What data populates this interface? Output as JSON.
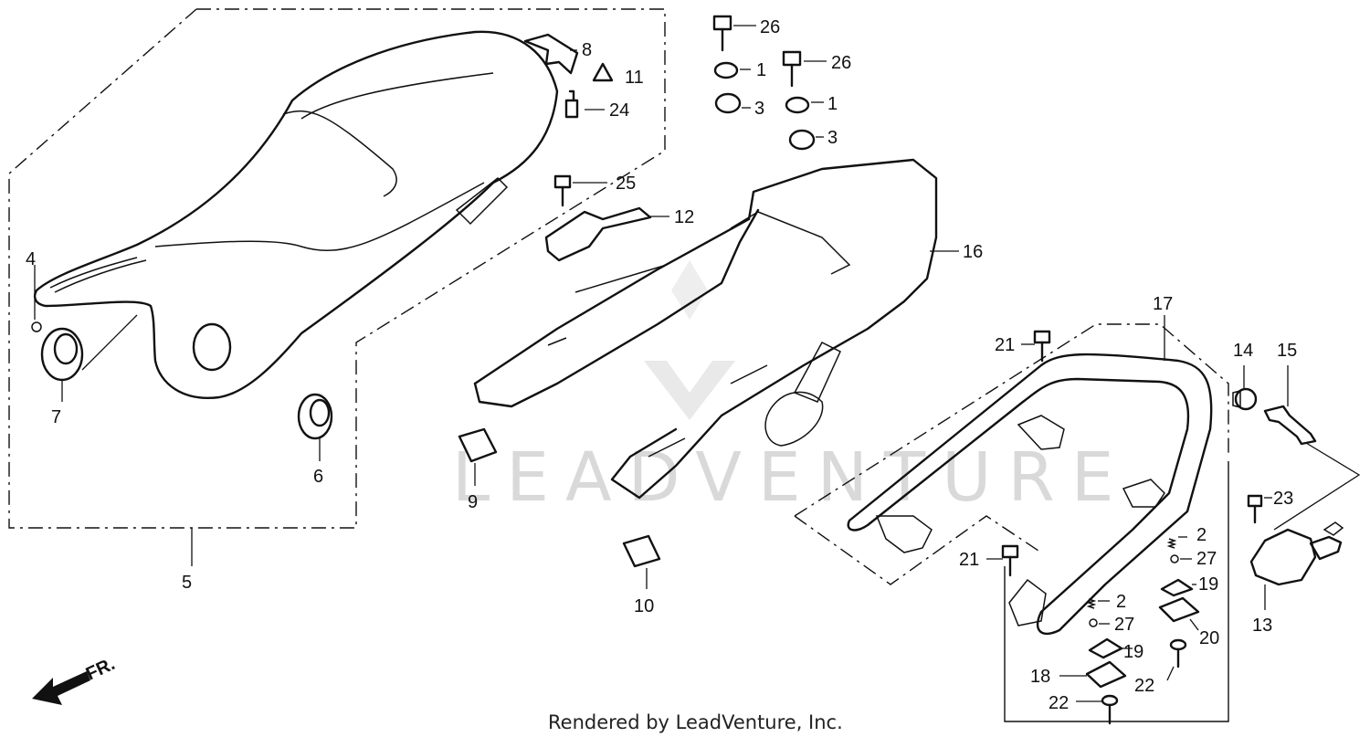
{
  "watermark": "LEADVENTURE",
  "credit": "Rendered by LeadVenture, Inc.",
  "direction_label": "FR.",
  "callouts": {
    "c1a": "26",
    "c1b": "1",
    "c1c": "3",
    "c2a": "26",
    "c2b": "1",
    "c2c": "3",
    "c4": "4",
    "c5": "5",
    "c6": "6",
    "c7": "7",
    "c8": "8",
    "c9": "9",
    "c10": "10",
    "c11": "11",
    "c12": "12",
    "c13": "13",
    "c14": "14",
    "c15": "15",
    "c16": "16",
    "c17": "17",
    "c18": "18",
    "c19a": "19",
    "c19b": "19",
    "c20": "20",
    "c21a": "21",
    "c21b": "21",
    "c22a": "22",
    "c22b": "22",
    "c23": "23",
    "c24": "24",
    "c25": "25",
    "c2d": "2",
    "c27a": "27",
    "c2e": "2",
    "c27b": "27"
  }
}
